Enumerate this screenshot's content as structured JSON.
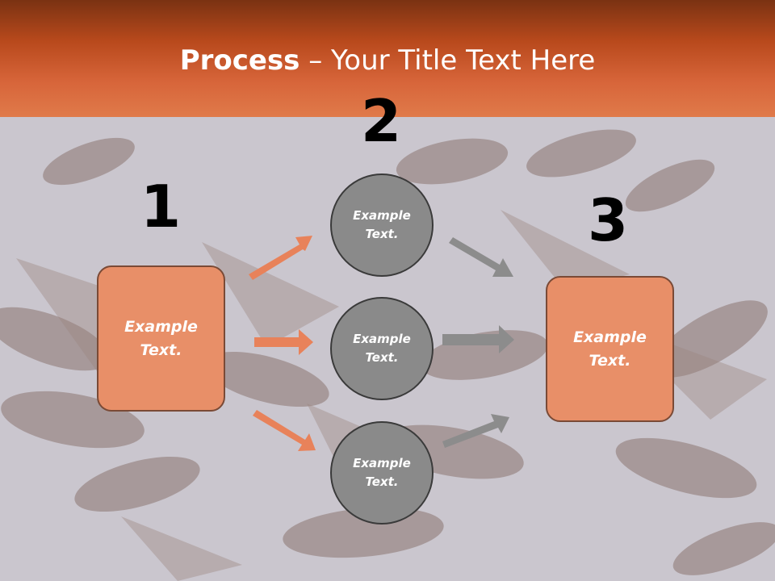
{
  "header": {
    "title_bold": "Process",
    "title_rest": " – Your Title Text Here"
  },
  "steps": {
    "one": "1",
    "two": "2",
    "three": "3"
  },
  "left_box": {
    "text_line1": "Example",
    "text_line2": "Text."
  },
  "right_box": {
    "text_line1": "Example",
    "text_line2": "Text."
  },
  "circles": [
    {
      "line1": "Example",
      "line2": "Text."
    },
    {
      "line1": "Example",
      "line2": "Text."
    },
    {
      "line1": "Example",
      "line2": "Text."
    }
  ],
  "colors": {
    "header": "#c4511f",
    "box_fill": "#e88f68",
    "orange_arrow": "#e8825a",
    "grey_arrow": "#8c8c8c",
    "circle_fill": "#8a8a8a"
  }
}
